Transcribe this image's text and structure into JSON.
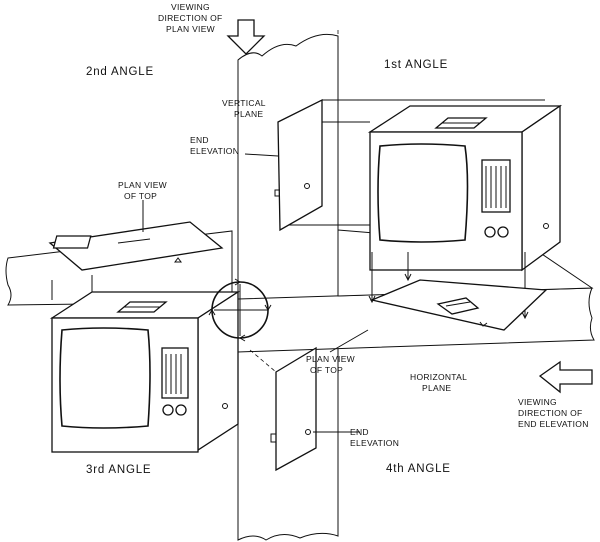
{
  "quadrants": {
    "second": "2nd ANGLE",
    "first": "1st ANGLE",
    "third": "3rd ANGLE",
    "fourth": "4th ANGLE"
  },
  "labels": {
    "viewing_plan": [
      "VIEWING",
      "DIRECTION OF",
      "PLAN VIEW"
    ],
    "vertical_plane": [
      "VERTICAL",
      "PLANE"
    ],
    "end_elevation_top": [
      "END",
      "ELEVATION"
    ],
    "plan_view_top_left": [
      "PLAN VIEW",
      "OF TOP"
    ],
    "plan_view_top_bottom": [
      "PLAN VIEW",
      "OF TOP"
    ],
    "horizontal_plane": [
      "HORIZONTAL",
      "PLANE"
    ],
    "viewing_end": [
      "VIEWING",
      "DIRECTION OF",
      "END ELEVATION"
    ],
    "end_elevation_bottom": [
      "END",
      "ELEVATION"
    ]
  }
}
